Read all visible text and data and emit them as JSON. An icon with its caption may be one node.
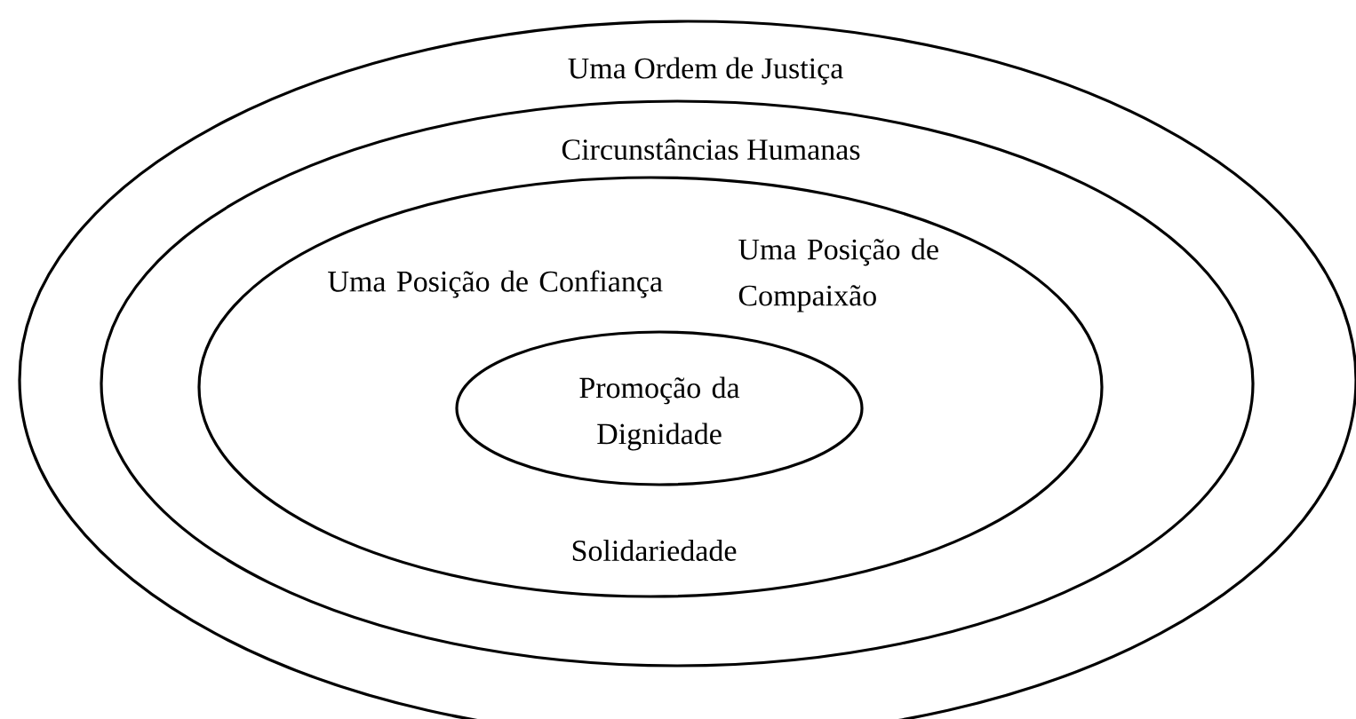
{
  "diagram": {
    "nodes": [
      {
        "text": [
          "Uma Ordem de Justiça"
        ]
      },
      {
        "text": [
          "Circunstâncias Humanas"
        ],
        "in": 0
      },
      {
        "text": [
          "Uma Posição de Confiança",
          "Uma Posição de Compaixão",
          "Solidariedade"
        ],
        "in": 1
      },
      {
        "text": [
          "Promoção da Dignidade"
        ],
        "in": 2
      }
    ]
  }
}
